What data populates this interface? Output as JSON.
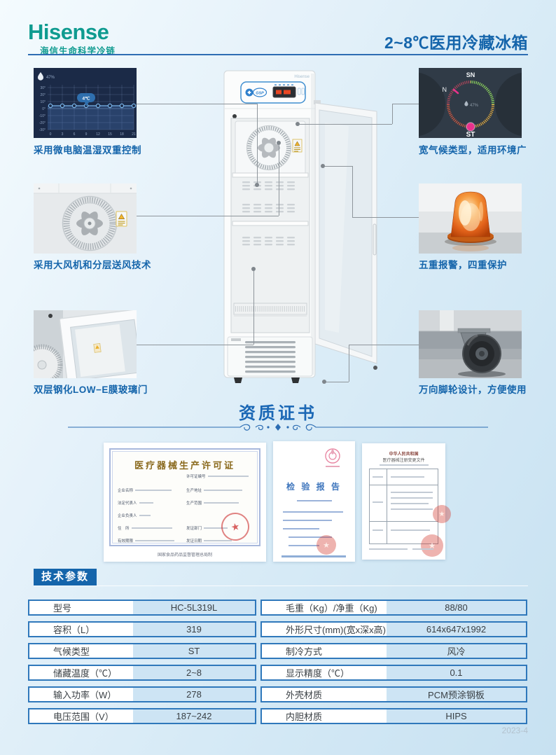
{
  "header": {
    "logo": "Hisense",
    "tagline": "海信生命科学冷链",
    "product_title": "2~8℃医用冷藏冰箱"
  },
  "fridge": {
    "brand": "Hisense",
    "gsp_badge": "GSP"
  },
  "features": {
    "left": [
      {
        "caption": "采用微电脑温湿双重控制"
      },
      {
        "caption": "采用大风机和分层送风技术"
      },
      {
        "caption": "双层钢化LOW−E膜玻璃门"
      }
    ],
    "right": [
      {
        "caption": "宽气候类型，适用环境广"
      },
      {
        "caption": "五重报警，四重保护"
      },
      {
        "caption": "万向脚轮设计，方便使用"
      }
    ]
  },
  "chart_data": {
    "type": "line",
    "title": "",
    "humidity_label": "47%",
    "tooltip": "4℃",
    "x": [
      "0",
      "3",
      "6",
      "9",
      "12",
      "15",
      "18",
      "21"
    ],
    "y_ticks": [
      "30°",
      "20°",
      "10°",
      "0°",
      "-10°",
      "-20°",
      "-30°"
    ],
    "values": [
      4,
      4,
      4,
      4,
      4,
      4,
      4,
      4
    ],
    "ylim": [
      -30,
      30
    ],
    "grid": true,
    "legend": false
  },
  "dial": {
    "label_top": "SN",
    "label_left": "N",
    "label_bottom": "ST",
    "humidity": "47%"
  },
  "certificates": {
    "section_title": "资质证书",
    "license": {
      "title": "医疗器械生产许可证",
      "fields": [
        "许可证编号",
        "企业名称",
        "生产地址",
        "法定代表人",
        "生产范围",
        "企业负责人",
        "住　所",
        "发证部门",
        "有效期限",
        "发证日期"
      ],
      "seal_star": "★",
      "issuer": "国家食品药品监督管理总局制"
    },
    "report": {
      "title": "检 验 报 告"
    },
    "registration": {
      "line1": "中华人民共和国",
      "line2": "医疗器械注册变更文件",
      "stamp_star": "★"
    }
  },
  "specs": {
    "section_title": "技术参数",
    "rows_left": [
      {
        "label": "型号",
        "value": "HC-5L319L"
      },
      {
        "label": "容积（L）",
        "value": "319"
      },
      {
        "label": "气候类型",
        "value": "ST"
      },
      {
        "label": "储藏温度（℃）",
        "value": "2~8"
      },
      {
        "label": "输入功率（W）",
        "value": "278"
      },
      {
        "label": "电压范围（V）",
        "value": "187~242"
      }
    ],
    "rows_right": [
      {
        "label": "毛重（Kg）/净重（Kg)",
        "value": "88/80"
      },
      {
        "label": "外形尺寸(mm)(宽x深x高)",
        "value": "614x647x1992"
      },
      {
        "label": "制冷方式",
        "value": "风冷"
      },
      {
        "label": "显示精度（℃）",
        "value": "0.1"
      },
      {
        "label": "外壳材质",
        "value": "PCM预涂钢板"
      },
      {
        "label": "内胆材质",
        "value": "HIPS"
      }
    ]
  },
  "footer": {
    "edition": "2023-4"
  }
}
